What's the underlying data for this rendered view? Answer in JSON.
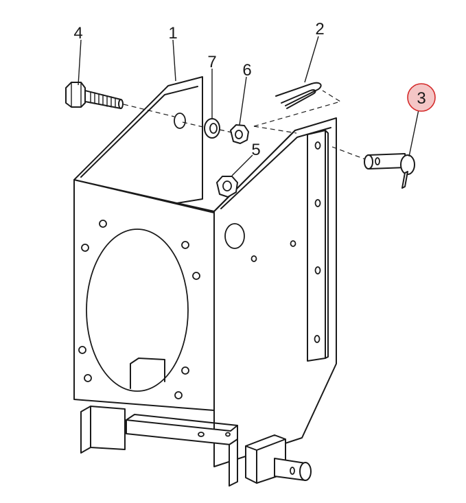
{
  "diagram": {
    "part_numbers": [
      "1",
      "2",
      "3",
      "4",
      "5",
      "6",
      "7"
    ],
    "highlighted_part": "3",
    "highlight_color": "#f4c6c6",
    "highlight_stroke": "#d42a2a",
    "line_color": "#1a1a1a",
    "background": "#ffffff"
  }
}
